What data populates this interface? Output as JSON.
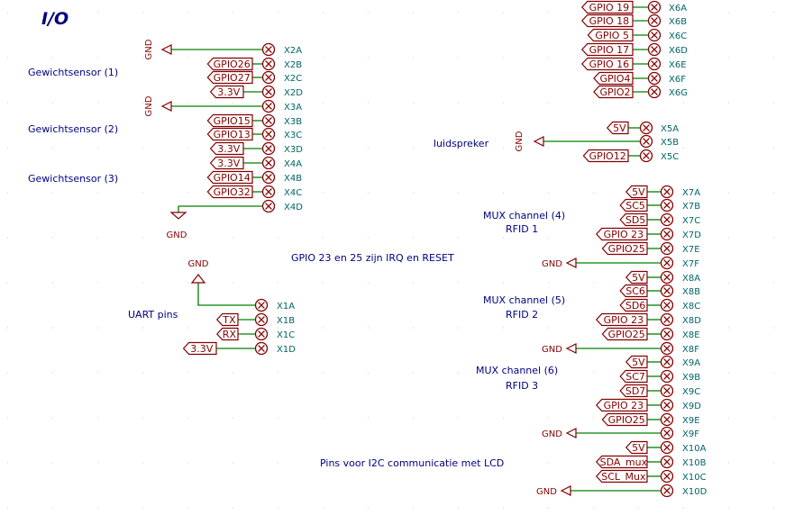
{
  "title": "I/O",
  "notes": [
    "Gewichtsensor (1)",
    "Gewichtsensor (2)",
    "Gewichtsensor (3)",
    "GPIO 23 en 25 zijn IRQ en RESET",
    "UART pins",
    "luidspreker",
    "MUX channel (4)",
    "RFID 1",
    "MUX channel (5)",
    "RFID 2",
    "MUX channel (6)",
    "RFID 3",
    "Pins voor I2C communicatie met LCD"
  ],
  "gnd_label": "GND",
  "connectors": [
    {
      "ref": "X2A",
      "net": "GND"
    },
    {
      "ref": "X2B",
      "net": "GPIO26"
    },
    {
      "ref": "X2C",
      "net": "GPIO27"
    },
    {
      "ref": "X2D",
      "net": "3.3V"
    },
    {
      "ref": "X3A",
      "net": "GND"
    },
    {
      "ref": "X3B",
      "net": "GPIO15"
    },
    {
      "ref": "X3C",
      "net": "GPIO13"
    },
    {
      "ref": "X3D",
      "net": "3.3V"
    },
    {
      "ref": "X4A",
      "net": "3.3V"
    },
    {
      "ref": "X4B",
      "net": "GPIO14"
    },
    {
      "ref": "X4C",
      "net": "GPIO32"
    },
    {
      "ref": "X4D",
      "net": "GND"
    },
    {
      "ref": "X1A",
      "net": "GND"
    },
    {
      "ref": "X1B",
      "net": "TX"
    },
    {
      "ref": "X1C",
      "net": "RX"
    },
    {
      "ref": "X1D",
      "net": "3.3V"
    },
    {
      "ref": "X6A",
      "net": "GPIO 19"
    },
    {
      "ref": "X6B",
      "net": "GPIO 18"
    },
    {
      "ref": "X6C",
      "net": "GPIO 5"
    },
    {
      "ref": "X6D",
      "net": "GPIO 17"
    },
    {
      "ref": "X6E",
      "net": "GPIO 16"
    },
    {
      "ref": "X6F",
      "net": "GPIO4"
    },
    {
      "ref": "X6G",
      "net": "GPIO2"
    },
    {
      "ref": "X5A",
      "net": "5V"
    },
    {
      "ref": "X5B",
      "net": "GND"
    },
    {
      "ref": "X5C",
      "net": "GPIO12"
    },
    {
      "ref": "X7A",
      "net": "5V"
    },
    {
      "ref": "X7B",
      "net": "SC5"
    },
    {
      "ref": "X7C",
      "net": "SD5"
    },
    {
      "ref": "X7D",
      "net": "GPIO 23"
    },
    {
      "ref": "X7E",
      "net": "GPIO25"
    },
    {
      "ref": "X7F",
      "net": "GND"
    },
    {
      "ref": "X8A",
      "net": "5V"
    },
    {
      "ref": "X8B",
      "net": "SC6"
    },
    {
      "ref": "X8C",
      "net": "SD6"
    },
    {
      "ref": "X8D",
      "net": "GPIO 23"
    },
    {
      "ref": "X8E",
      "net": "GPIO25"
    },
    {
      "ref": "X8F",
      "net": "GND"
    },
    {
      "ref": "X9A",
      "net": "5V"
    },
    {
      "ref": "X9B",
      "net": "SC7"
    },
    {
      "ref": "X9C",
      "net": "SD7"
    },
    {
      "ref": "X9D",
      "net": "GPIO 23"
    },
    {
      "ref": "X9E",
      "net": "GPIO25"
    },
    {
      "ref": "X9F",
      "net": "GND"
    },
    {
      "ref": "X10A",
      "net": "5V"
    },
    {
      "ref": "X10B",
      "net": "SDA_mux"
    },
    {
      "ref": "X10C",
      "net": "SCL_Mux"
    },
    {
      "ref": "X10D",
      "net": "GND"
    }
  ]
}
